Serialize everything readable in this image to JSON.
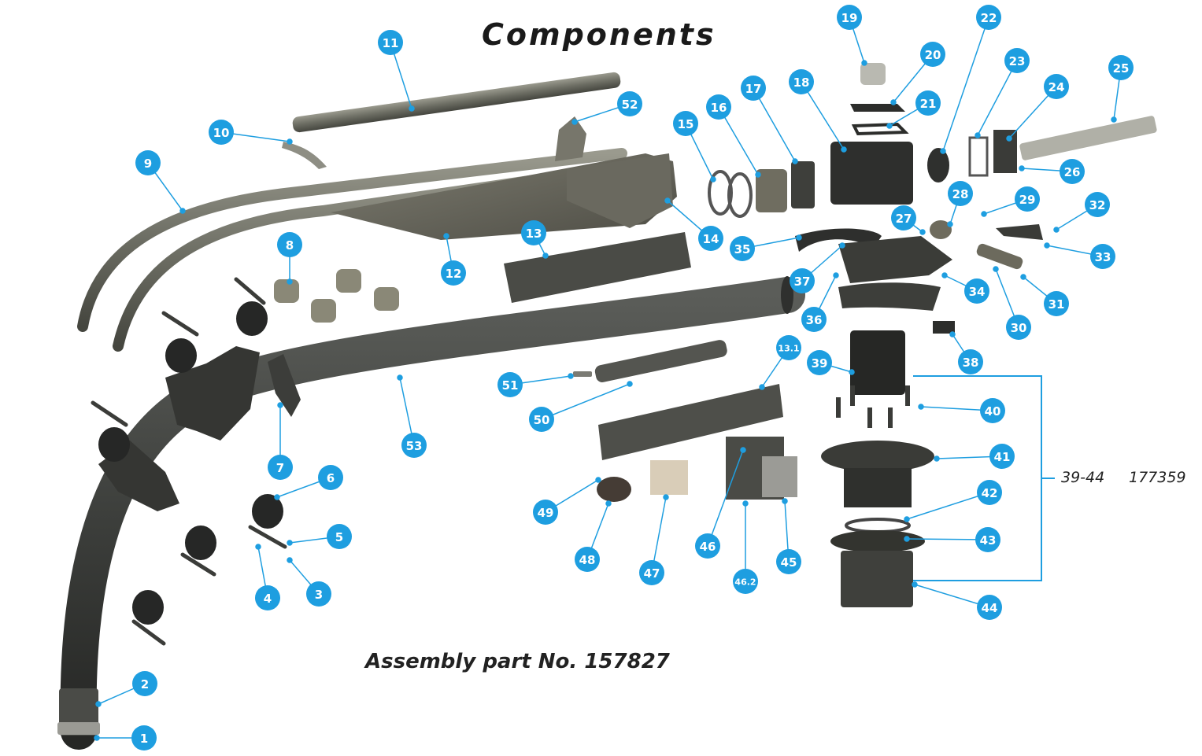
{
  "title": "Components",
  "assembly_label": "Assembly part No. 157827",
  "group": {
    "range": "39-44",
    "part_no": "177359"
  },
  "colors": {
    "callout": "#1e9ee0",
    "leader": "#1e9ee0",
    "part": "#3d3f3c",
    "part_light": "#6b6d66"
  },
  "callouts": [
    "1",
    "2",
    "3",
    "4",
    "5",
    "6",
    "7",
    "8",
    "9",
    "10",
    "11",
    "12",
    "13",
    "13.1",
    "14",
    "15",
    "16",
    "17",
    "18",
    "19",
    "20",
    "21",
    "22",
    "23",
    "24",
    "25",
    "26",
    "27",
    "28",
    "29",
    "30",
    "31",
    "32",
    "33",
    "34",
    "35",
    "36",
    "37",
    "38",
    "39",
    "40",
    "41",
    "42",
    "43",
    "44",
    "45",
    "46",
    "46.2",
    "47",
    "48",
    "49",
    "50",
    "51",
    "52",
    "53"
  ]
}
